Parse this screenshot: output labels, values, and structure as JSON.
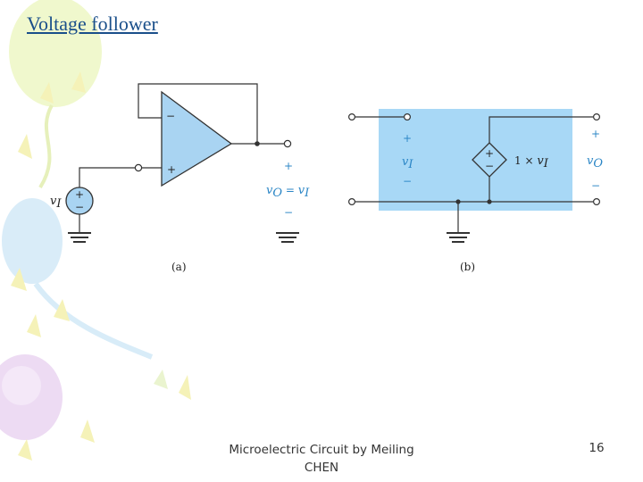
{
  "slide": {
    "title": "Voltage follower",
    "footer": "Microelectric Circuit by Meiling CHEN",
    "page_number": "16"
  },
  "circuit_a": {
    "caption": "(a)",
    "minus_input": "−",
    "plus_input": "+",
    "source_label": "v",
    "source_sub": "I",
    "out_plus": "+",
    "out_minus": "−",
    "out_eq_v": "v",
    "out_eq_sub_o": "O",
    "out_eq_mid": " = ",
    "out_eq_v2": "v",
    "out_eq_sub_i": "I"
  },
  "circuit_b": {
    "caption": "(b)",
    "in_plus": "+",
    "in_minus": "−",
    "in_v": "v",
    "in_sub": "I",
    "src_plus": "+",
    "src_minus": "−",
    "gain_text": "1 × ",
    "gain_v": "v",
    "gain_sub": "I",
    "out_plus": "+",
    "out_minus": "−",
    "out_v": "v",
    "out_sub": "O"
  },
  "colors": {
    "opamp_fill": "#a9d4f2",
    "model_box": "#a8d8f6",
    "label_blue": "#2b86c6",
    "title_blue": "#1a4f8a"
  }
}
